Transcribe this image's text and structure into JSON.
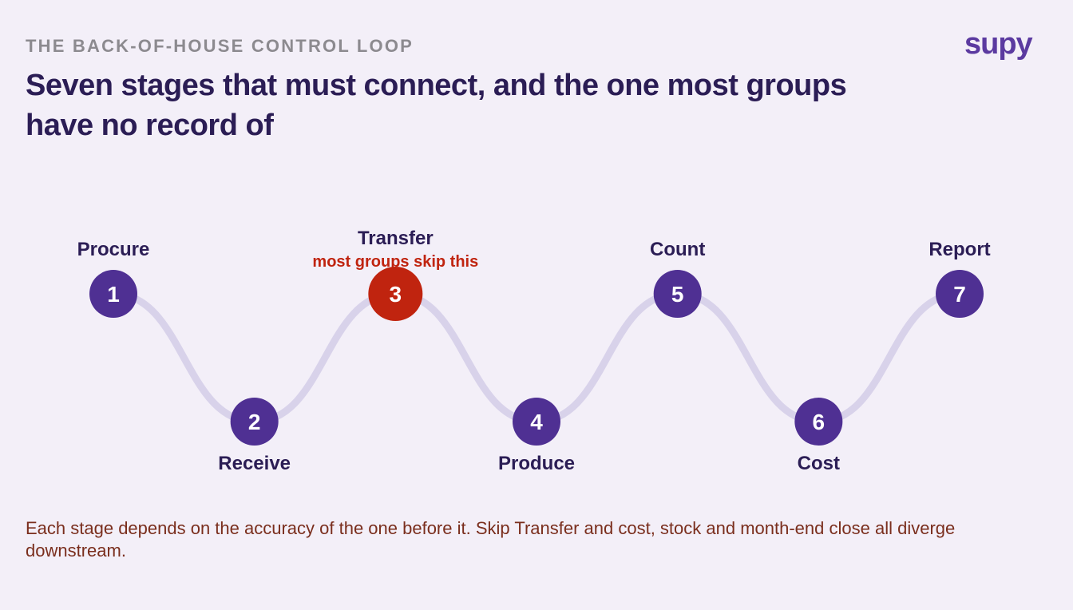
{
  "eyebrow": "THE BACK-OF-HOUSE CONTROL LOOP",
  "title": "Seven stages that must connect, and the one most groups have no record of",
  "logo": "supy",
  "stages": [
    {
      "number": "1",
      "label": "Procure",
      "level": "high",
      "highlight": false
    },
    {
      "number": "2",
      "label": "Receive",
      "level": "low",
      "highlight": false
    },
    {
      "number": "3",
      "label": "Transfer",
      "level": "high",
      "highlight": true,
      "note": "most groups skip this"
    },
    {
      "number": "4",
      "label": "Produce",
      "level": "low",
      "highlight": false
    },
    {
      "number": "5",
      "label": "Count",
      "level": "high",
      "highlight": false
    },
    {
      "number": "6",
      "label": "Cost",
      "level": "low",
      "highlight": false
    },
    {
      "number": "7",
      "label": "Report",
      "level": "high",
      "highlight": false
    }
  ],
  "colors": {
    "node": "#4f3093",
    "highlight": "#c0240f",
    "connector": "#d8d2ea",
    "label": "#2b1d55",
    "note": "#c0240f"
  },
  "footer": "Each stage depends on the accuracy of the one before it. Skip Transfer and cost, stock and month-end close all diverge downstream."
}
